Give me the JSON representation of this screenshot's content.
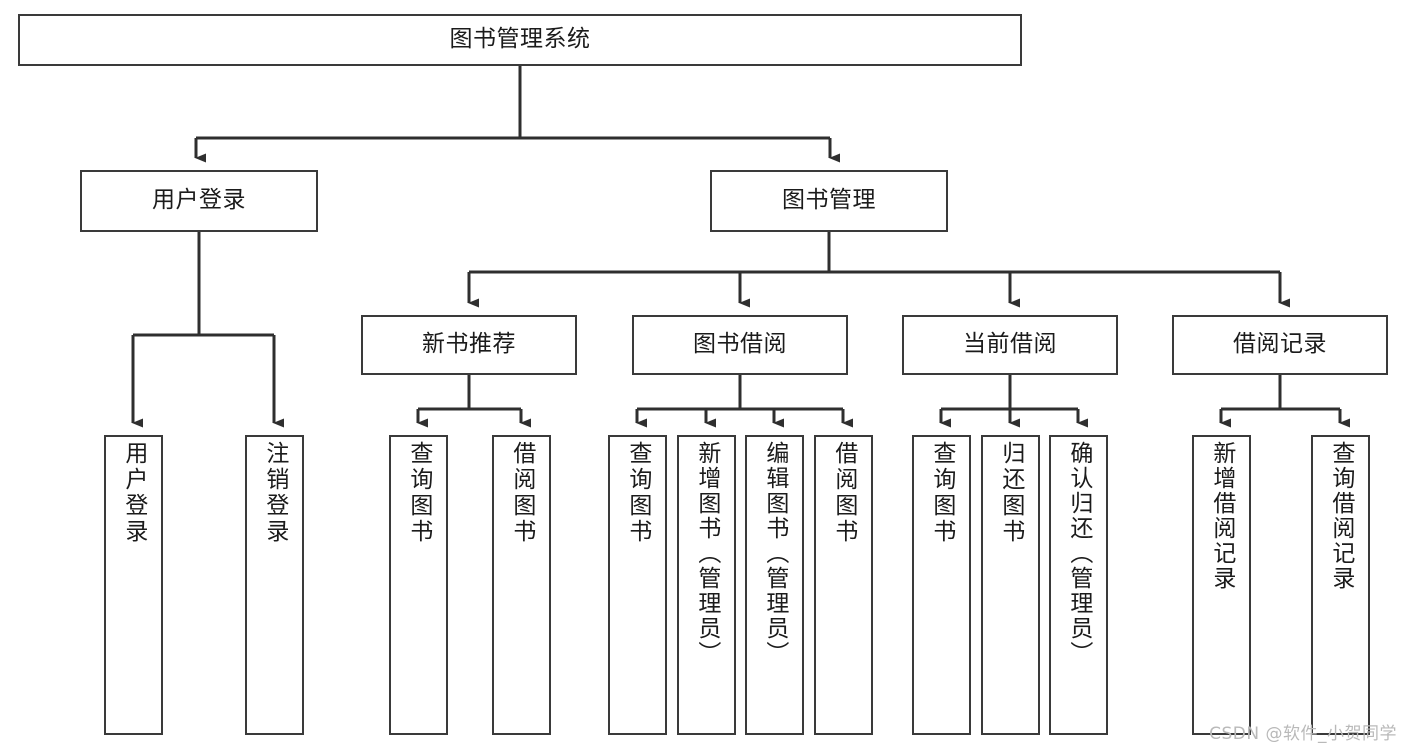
{
  "diagram": {
    "title": "图书管理系统",
    "type": "tree",
    "watermark": "CSDN @软件_小贺同学",
    "colors": {
      "box_border": "#3a3a3a",
      "box_fill": "#ffffff",
      "connector": "#2f2f2f",
      "text": "#1b1b1b",
      "watermark": "#b9b9b9",
      "background": "#ffffff"
    },
    "nodes": {
      "root": {
        "label": "图书管理系统",
        "level": 1,
        "orientation": "horizontal"
      },
      "user_login": {
        "label": "用户登录",
        "level": 2,
        "orientation": "horizontal"
      },
      "book_manage": {
        "label": "图书管理",
        "level": 2,
        "orientation": "horizontal"
      },
      "new_book_rec": {
        "label": "新书推荐",
        "level": 3,
        "orientation": "horizontal"
      },
      "book_borrow": {
        "label": "图书借阅",
        "level": 3,
        "orientation": "horizontal"
      },
      "current_borrow": {
        "label": "当前借阅",
        "level": 3,
        "orientation": "horizontal"
      },
      "borrow_record": {
        "label": "借阅记录",
        "level": 3,
        "orientation": "horizontal"
      },
      "leaf_user_login": {
        "label": "用户登录",
        "level": 3,
        "orientation": "vertical"
      },
      "leaf_logout": {
        "label": "注销登录",
        "level": 3,
        "orientation": "vertical"
      },
      "leaf_rec_query": {
        "label": "查询图书",
        "level": 4,
        "orientation": "vertical"
      },
      "leaf_rec_borrow": {
        "label": "借阅图书",
        "level": 4,
        "orientation": "vertical"
      },
      "leaf_borrow_query": {
        "label": "查询图书",
        "level": 4,
        "orientation": "vertical"
      },
      "leaf_borrow_add": {
        "label": "新增图书（管理员）",
        "level": 4,
        "orientation": "vertical"
      },
      "leaf_borrow_edit": {
        "label": "编辑图书（管理员）",
        "level": 4,
        "orientation": "vertical"
      },
      "leaf_borrow_lend": {
        "label": "借阅图书",
        "level": 4,
        "orientation": "vertical"
      },
      "leaf_cur_query": {
        "label": "查询图书",
        "level": 4,
        "orientation": "vertical"
      },
      "leaf_cur_return": {
        "label": "归还图书",
        "level": 4,
        "orientation": "vertical"
      },
      "leaf_cur_confirm": {
        "label": "确认归还（管理员）",
        "level": 4,
        "orientation": "vertical"
      },
      "leaf_rec_add": {
        "label": "新增借阅记录",
        "level": 4,
        "orientation": "vertical"
      },
      "leaf_rec_query2": {
        "label": "查询借阅记录",
        "level": 4,
        "orientation": "vertical"
      }
    },
    "edges": [
      {
        "from": "root",
        "to": "user_login"
      },
      {
        "from": "root",
        "to": "book_manage"
      },
      {
        "from": "user_login",
        "to": "leaf_user_login"
      },
      {
        "from": "user_login",
        "to": "leaf_logout"
      },
      {
        "from": "book_manage",
        "to": "new_book_rec"
      },
      {
        "from": "book_manage",
        "to": "book_borrow"
      },
      {
        "from": "book_manage",
        "to": "current_borrow"
      },
      {
        "from": "book_manage",
        "to": "borrow_record"
      },
      {
        "from": "new_book_rec",
        "to": "leaf_rec_query"
      },
      {
        "from": "new_book_rec",
        "to": "leaf_rec_borrow"
      },
      {
        "from": "book_borrow",
        "to": "leaf_borrow_query"
      },
      {
        "from": "book_borrow",
        "to": "leaf_borrow_add"
      },
      {
        "from": "book_borrow",
        "to": "leaf_borrow_edit"
      },
      {
        "from": "book_borrow",
        "to": "leaf_borrow_lend"
      },
      {
        "from": "current_borrow",
        "to": "leaf_cur_query"
      },
      {
        "from": "current_borrow",
        "to": "leaf_cur_return"
      },
      {
        "from": "current_borrow",
        "to": "leaf_cur_confirm"
      },
      {
        "from": "borrow_record",
        "to": "leaf_rec_add"
      },
      {
        "from": "borrow_record",
        "to": "leaf_rec_query2"
      }
    ]
  }
}
